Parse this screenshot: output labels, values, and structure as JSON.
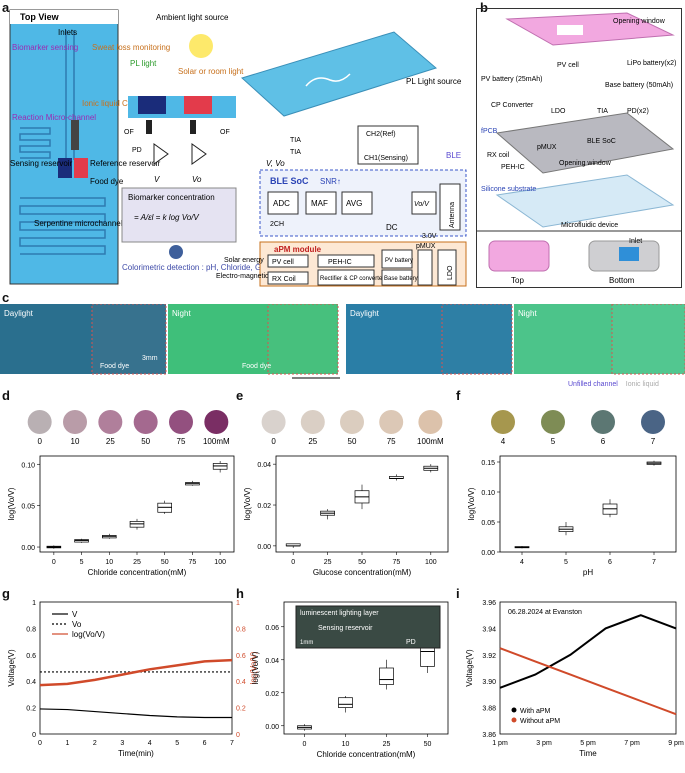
{
  "panel_labels": {
    "a": "a",
    "b": "b",
    "c": "c",
    "d": "d",
    "e": "e",
    "f": "f",
    "g": "g",
    "h": "h",
    "i": "i"
  },
  "panel_a": {
    "top_view": "Top View",
    "ambient": "Ambient light source",
    "biomarker_sensing": "Biomarker sensing",
    "inlets": "Inlets",
    "sweat_loss": "Sweat loss monitoring",
    "reaction_channel": "Reaction Micro-channel",
    "ionic_liquid": "Ionic liquid Chamber",
    "sensing_reservoir": "Sensing reservoir",
    "reference_reservoir": "Reference reservoir",
    "food_dye": "Food dye",
    "serpentine": "Serpentine microchannel",
    "pl_light": "PL light",
    "solar": "Solar or room light",
    "of": "OF",
    "pd": "PD",
    "tia": "TIA",
    "v": "V",
    "vo": "Vo",
    "biomarker_conc": "Biomarker concentration",
    "formula": "= A/εl = k log Vo/V",
    "colorimetric": "Colorimetric detection : pH, Chloride, Glucose",
    "pl_light_source": "PL Light source",
    "ch2": "CH2(Ref)",
    "ch1": "CH1(Sensing)",
    "v_vo": "V, Vo",
    "ble": "BLE",
    "ble_soc": "BLE SoC",
    "snr": "SNR↑",
    "adc": "ADC",
    "ch_2": "2CH",
    "maf": "MAF",
    "avg": "AVG",
    "dc": "DC",
    "ratio": "Vo/V",
    "antenna": "Antenna",
    "apm": "aPM module",
    "solar_energy": "Solar energy",
    "em_energy": "Electro-magnetic energy",
    "pv_cell": "PV cell",
    "peh_ic": "PEH-IC",
    "pv_battery": "PV battery",
    "rx_coil": "RX Coil",
    "rectifier": "Rectifier & CP converter",
    "base_battery": "Base battery",
    "pmux": "pMUX",
    "v30": "3.0V",
    "ldo": "LDO"
  },
  "panel_b": {
    "opening_window": "Opening window",
    "pv_cell": "PV cell",
    "lipo": "LiPo battery(x2)",
    "pv_battery": "PV battery (25mAh)",
    "base_battery": "Base battery (50mAh)",
    "cp_converter": "CP Converter",
    "ldo": "LDO",
    "tia": "TIA",
    "pd": "PD(x2)",
    "fpcb": "fPCB",
    "ble_soc": "BLE SoC",
    "rx_coil": "RX coil",
    "pmux": "pMUX",
    "peh_ic": "PEH-IC",
    "opening_window2": "Opening window",
    "silicone": "Silicone substrate",
    "microfluidic": "Microfluidic device",
    "inlet": "Inlet",
    "top": "Top",
    "bottom": "Bottom"
  },
  "panel_c": {
    "daylight": "Daylight",
    "night": "Night",
    "food_dye": "Food dye",
    "scale": "3mm",
    "unfilled": "Unfilled channel",
    "ionic": "Ionic liquid"
  },
  "panel_h_inset": {
    "layer": "luminescent lighting layer",
    "sensing": "Sensing reservoir",
    "pd": "PD",
    "scale": "1mm"
  },
  "swatches": {
    "d": {
      "labels": [
        "0",
        "10",
        "25",
        "50",
        "75",
        "100mM"
      ],
      "colors": [
        "#b9b0b3",
        "#b99ca8",
        "#b07f9b",
        "#a4698f",
        "#93507f",
        "#7a2e64"
      ]
    },
    "e": {
      "labels": [
        "0",
        "25",
        "50",
        "75",
        "100mM"
      ],
      "colors": [
        "#d9d2cd",
        "#dacfc5",
        "#dbcdbf",
        "#dcc8b6",
        "#dcc2ab"
      ]
    },
    "f": {
      "labels": [
        "4",
        "5",
        "6",
        "7"
      ],
      "colors": [
        "#a6974e",
        "#7e8c55",
        "#5c7773",
        "#4a6485"
      ]
    }
  },
  "chart_data": [
    {
      "id": "d",
      "type": "box",
      "categories": [
        "0",
        "5",
        "10",
        "25",
        "50",
        "75",
        "100"
      ],
      "medians": [
        0.0,
        0.008,
        0.013,
        0.028,
        0.048,
        0.077,
        0.098
      ],
      "q1": [
        -0.001,
        0.006,
        0.011,
        0.024,
        0.042,
        0.075,
        0.094
      ],
      "q3": [
        0.001,
        0.009,
        0.014,
        0.031,
        0.053,
        0.078,
        0.101
      ],
      "min": [
        -0.002,
        0.005,
        0.01,
        0.021,
        0.04,
        0.074,
        0.09
      ],
      "max": [
        0.002,
        0.01,
        0.016,
        0.034,
        0.056,
        0.08,
        0.104
      ],
      "xlabel": "Chloride concentration(mM)",
      "ylabel": "log(Vo/V)",
      "yticks": [
        0.0,
        0.05,
        0.1
      ],
      "ylim": [
        -0.006,
        0.11
      ]
    },
    {
      "id": "e",
      "type": "box",
      "categories": [
        "0",
        "25",
        "50",
        "75",
        "100"
      ],
      "medians": [
        0.0,
        0.016,
        0.024,
        0.033,
        0.038
      ],
      "q1": [
        0.0,
        0.015,
        0.021,
        0.033,
        0.037
      ],
      "q3": [
        0.001,
        0.017,
        0.027,
        0.034,
        0.039
      ],
      "min": [
        -0.001,
        0.013,
        0.018,
        0.032,
        0.036
      ],
      "max": [
        0.001,
        0.018,
        0.03,
        0.035,
        0.04
      ],
      "xlabel": "Glucose concentration(mM)",
      "ylabel": "log(Vo/V)",
      "yticks": [
        0.0,
        0.02,
        0.04
      ],
      "ylim": [
        -0.003,
        0.044
      ]
    },
    {
      "id": "f",
      "type": "box",
      "categories": [
        "4",
        "5",
        "6",
        "7"
      ],
      "medians": [
        0.008,
        0.038,
        0.072,
        0.148
      ],
      "q1": [
        0.007,
        0.034,
        0.063,
        0.146
      ],
      "q3": [
        0.009,
        0.042,
        0.08,
        0.15
      ],
      "min": [
        0.006,
        0.028,
        0.058,
        0.144
      ],
      "max": [
        0.01,
        0.05,
        0.088,
        0.152
      ],
      "xlabel": "pH",
      "ylabel": "log(Vo/V)",
      "yticks": [
        0.0,
        0.05,
        0.1,
        0.15
      ],
      "ylim": [
        0.0,
        0.16
      ]
    },
    {
      "id": "g",
      "type": "line",
      "x": [
        0,
        1,
        2,
        3,
        4,
        5,
        6,
        7
      ],
      "series": [
        {
          "name": "V",
          "values": [
            0.19,
            0.185,
            0.17,
            0.155,
            0.14,
            0.13,
            0.125,
            0.125
          ]
        },
        {
          "name": "Vo",
          "values": [
            0.47,
            0.47,
            0.47,
            0.47,
            0.47,
            0.47,
            0.47,
            0.47
          ]
        },
        {
          "name": "log(Vo/V)",
          "values": [
            0.37,
            0.38,
            0.41,
            0.45,
            0.49,
            0.52,
            0.55,
            0.56
          ]
        }
      ],
      "xlabel": "Time(min)",
      "ylabel": "Voltage(V)",
      "y2label": "log(Vo/V)",
      "xticks": [
        0,
        1,
        2,
        3,
        4,
        5,
        6,
        7
      ],
      "yticks": [
        0,
        0.2,
        0.4,
        0.6,
        0.8,
        1
      ],
      "ylim": [
        0,
        1
      ]
    },
    {
      "id": "h",
      "type": "box",
      "categories": [
        "0",
        "10",
        "25",
        "50"
      ],
      "medians": [
        -0.001,
        0.013,
        0.028,
        0.045
      ],
      "q1": [
        -0.002,
        0.011,
        0.025,
        0.036
      ],
      "q3": [
        0.0,
        0.017,
        0.035,
        0.055
      ],
      "min": [
        -0.003,
        0.008,
        0.022,
        0.032
      ],
      "max": [
        0.001,
        0.018,
        0.04,
        0.066
      ],
      "xlabel": "Chloride concentration(mM)",
      "ylabel": "log(Vo/V)",
      "yticks": [
        0.0,
        0.02,
        0.04,
        0.06
      ],
      "ylim": [
        -0.005,
        0.075
      ]
    },
    {
      "id": "i",
      "type": "line",
      "annotation": "06.28.2024 at Evanston",
      "xticklabels": [
        "1 pm",
        "3 pm",
        "5 pm",
        "7 pm",
        "9 pm"
      ],
      "series": [
        {
          "name": "With aPM",
          "values": [
            3.895,
            3.905,
            3.92,
            3.94,
            3.95,
            3.94
          ]
        },
        {
          "name": "Without aPM",
          "values": [
            3.925,
            3.915,
            3.905,
            3.895,
            3.885,
            3.875
          ]
        }
      ],
      "xlabel": "Time",
      "ylabel": "Voltage(V)",
      "yticks": [
        3.86,
        3.88,
        3.9,
        3.92,
        3.94,
        3.96
      ],
      "ylim": [
        3.86,
        3.96
      ]
    }
  ]
}
